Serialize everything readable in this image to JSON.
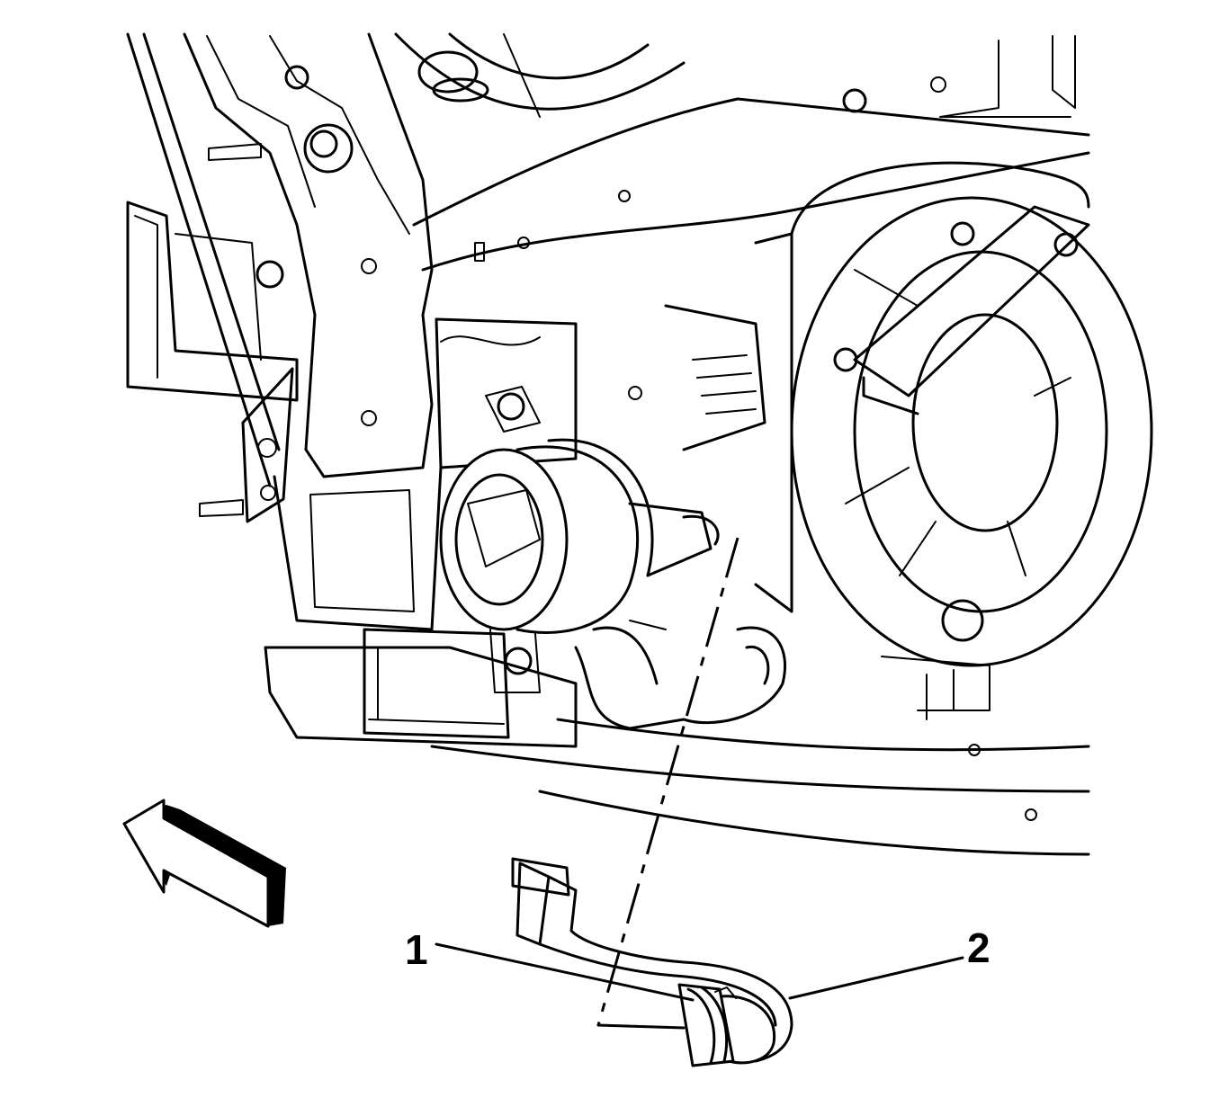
{
  "diagram": {
    "callouts": [
      {
        "id": "1",
        "label": "1",
        "target": "hose-clamp"
      },
      {
        "id": "2",
        "label": "2",
        "target": "coolant-hose"
      }
    ],
    "direction_arrow": "front-of-vehicle-arrow-icon"
  }
}
